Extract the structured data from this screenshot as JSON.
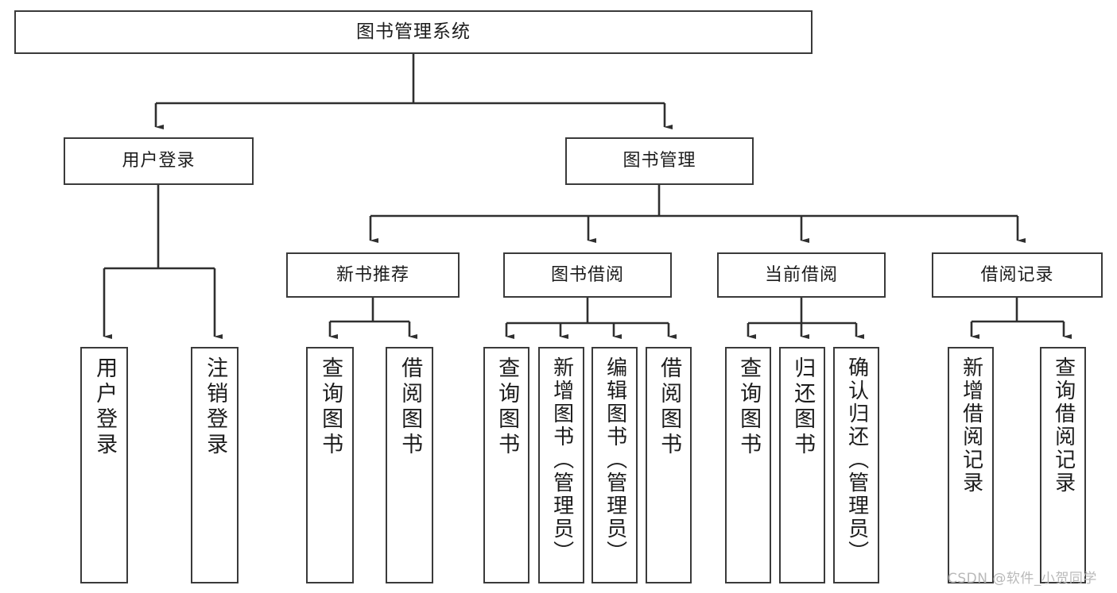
{
  "diagram": {
    "title": "图书管理系统",
    "watermark": "CSDN @软件_小贺同学",
    "level2": {
      "user_login": "用户登录",
      "book_manage": "图书管理"
    },
    "level3": {
      "new_book_rec": "新书推荐",
      "book_borrow": "图书借阅",
      "current_borrow": "当前借阅",
      "borrow_record": "借阅记录"
    },
    "leaves": {
      "user_login_1": "用户登录",
      "user_login_2": "注销登录",
      "new_book_1": "查询图书",
      "new_book_2": "借阅图书",
      "borrow_1": "查询图书",
      "borrow_2": "新增图书（管理员）",
      "borrow_3": "编辑图书（管理员）",
      "borrow_4": "借阅图书",
      "current_1": "查询图书",
      "current_2": "归还图书",
      "current_3": "确认归还（管理员）",
      "record_1": "新增借阅记录",
      "record_2": "查询借阅记录"
    }
  }
}
